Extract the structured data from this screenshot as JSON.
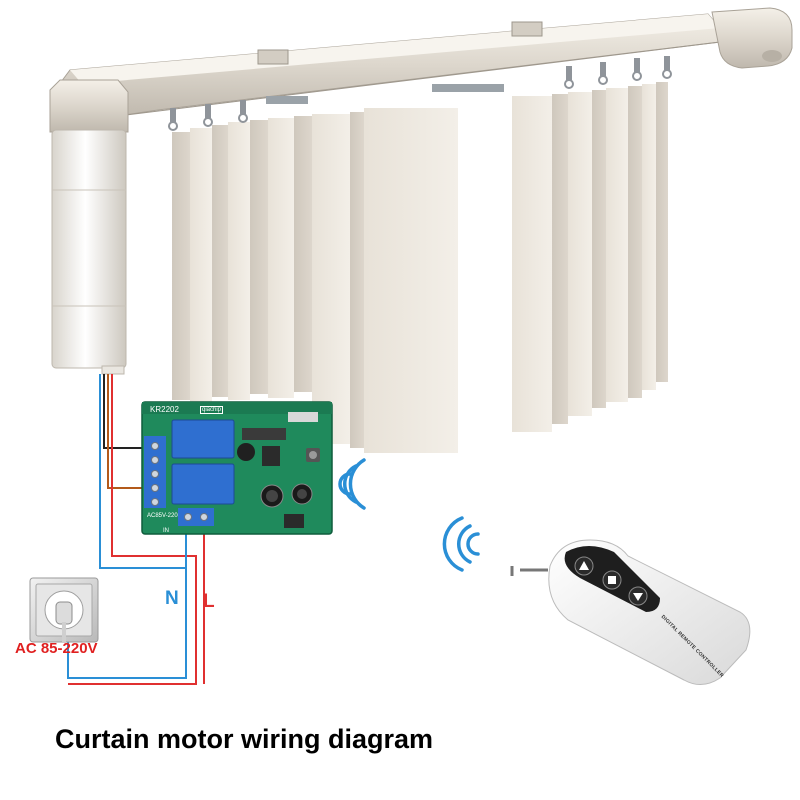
{
  "caption": "Curtain motor wiring diagram",
  "labels": {
    "neutral": "N",
    "live": "L",
    "power": "AC 85-220V"
  },
  "receiver": {
    "model": "KR2202",
    "brand": "qiachip",
    "voltage": "AC85V-220",
    "input": "IN"
  },
  "remote": {
    "text": "DIGITAL REMOTE CONTROLLER",
    "buttons": [
      "up",
      "stop",
      "down"
    ]
  },
  "colors": {
    "neutral_wire": "#2a8fd6",
    "live_wire": "#e03030",
    "motor_wire_brown": "#b35a1a",
    "motor_wire_black": "#222222",
    "board_green": "#1f8a5c",
    "relay_blue": "#2f6fd0"
  }
}
